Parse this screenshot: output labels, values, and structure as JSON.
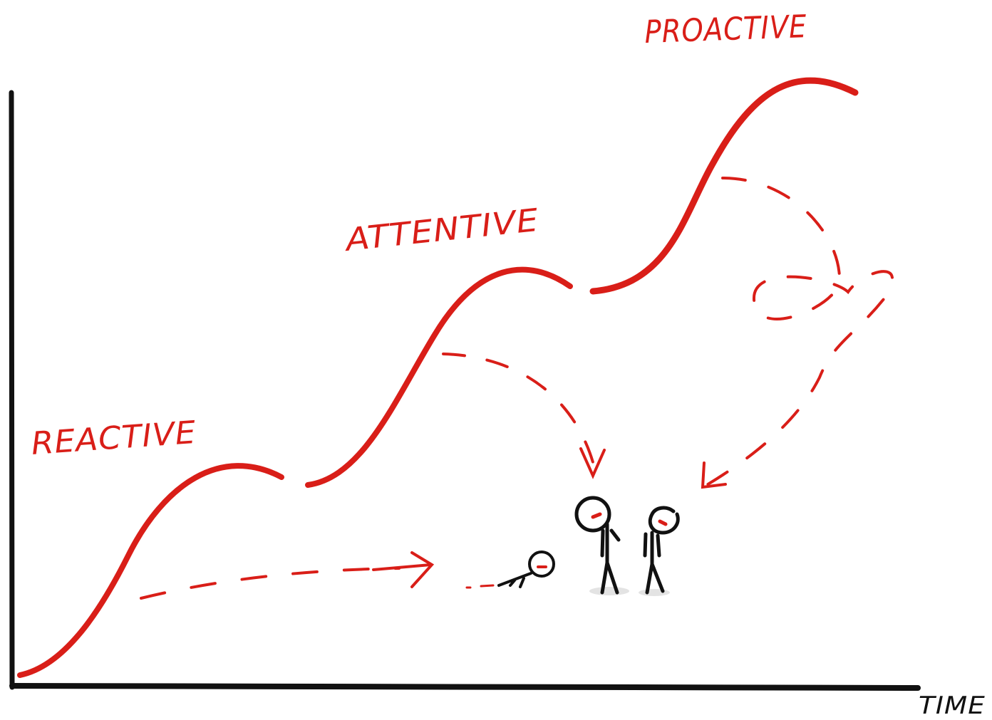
{
  "colors": {
    "accent": "#d91e18",
    "ink": "#111111",
    "shadow": "#e3e3e3"
  },
  "labels": {
    "reactive": "REACTIVE",
    "attentive": "ATTENTIVE",
    "proactive": "PROACTIVE",
    "x_axis": "TIME"
  }
}
